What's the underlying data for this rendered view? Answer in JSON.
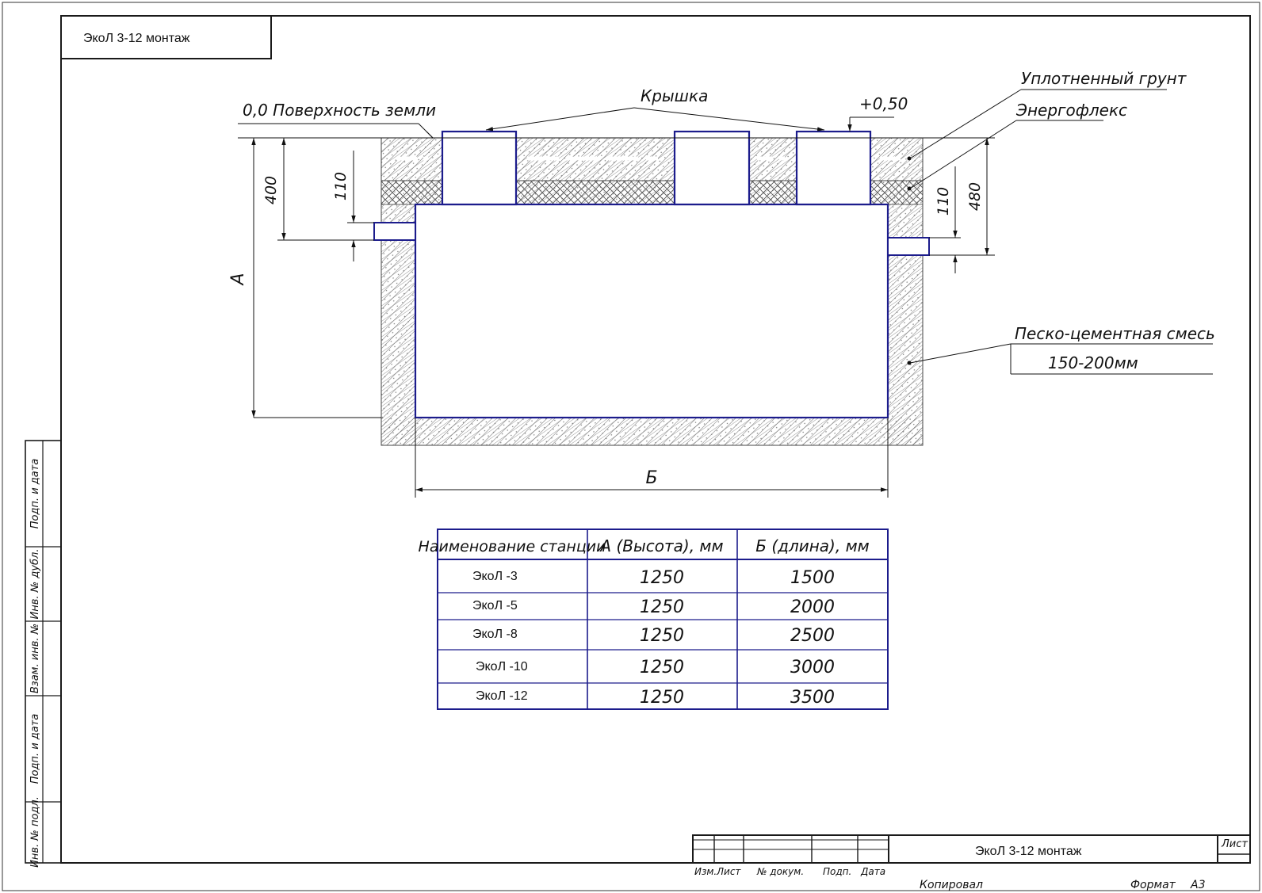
{
  "title_top": "ЭкоЛ 3-12 монтаж",
  "labels": {
    "ground_surface": "0,0 Поверхность земли",
    "lid": "Крышка",
    "plus_level": "+0,50",
    "compacted_soil": "Уплотненный грунт",
    "energoflex": "Энергофлекс",
    "sand_cement": "Песко-цементная смесь",
    "sand_cement_thickness": "150-200мм"
  },
  "dimensions": {
    "d400": "400",
    "d110_left": "110",
    "d110_right": "110",
    "d480": "480",
    "height_A": "А",
    "length_B": "Б"
  },
  "table": {
    "headers": [
      "Наименование станции",
      "А (Высота), мм",
      "Б (длина), мм"
    ],
    "rows": [
      [
        "ЭкоЛ -3",
        "1250",
        "1500"
      ],
      [
        "ЭкоЛ -5",
        "1250",
        "2000"
      ],
      [
        "ЭкоЛ -8",
        "1250",
        "2500"
      ],
      [
        "ЭкоЛ -10",
        "1250",
        "3000"
      ],
      [
        "ЭкоЛ -12",
        "1250",
        "3500"
      ]
    ]
  },
  "side_stamp": [
    "Подп. и дата",
    "Инв. № дубл.",
    "Взам. инв. №",
    "Подп. и дата",
    "Инв. № подл."
  ],
  "title_block": {
    "name": "ЭкоЛ 3-12 монтаж",
    "cols": [
      "Изм.",
      "Лист",
      "№ докум.",
      "Подп.",
      "Дата"
    ],
    "sheet_label": "Лист",
    "copied": "Копировал",
    "format_label": "Формат",
    "format_value": "А3"
  },
  "colors": {
    "frame": "#1a1a1a",
    "tank_outline": "#1c1c8c",
    "hatch": "#555555",
    "dim": "#111111"
  }
}
